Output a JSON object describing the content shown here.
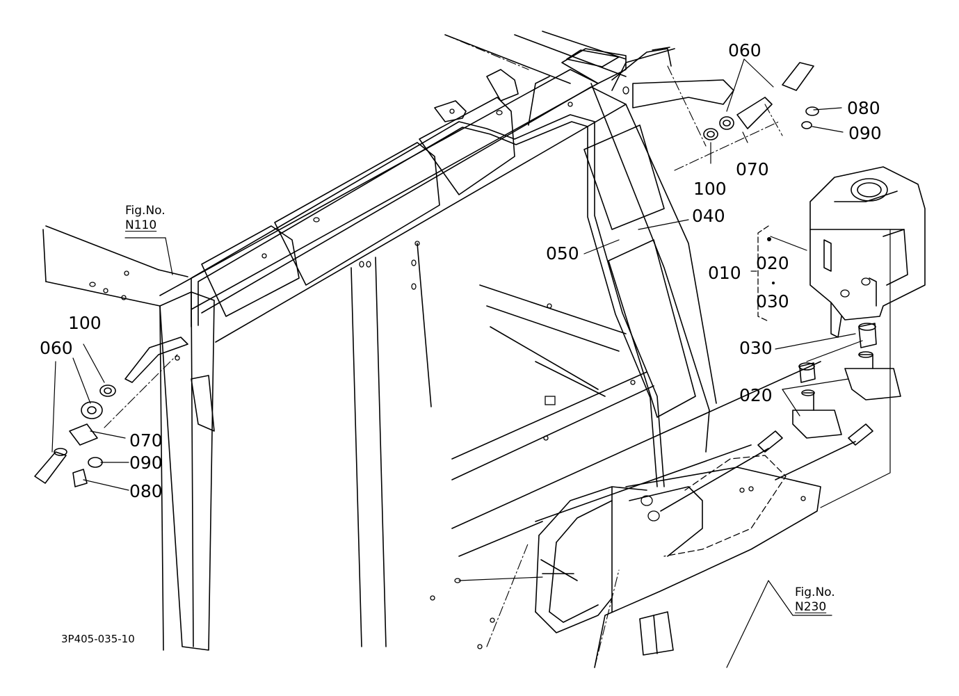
{
  "diagram": {
    "drawing_code": "3P405-035-10",
    "fig_refs": [
      {
        "title": "Fig.No.",
        "number": "N110"
      },
      {
        "title": "Fig.No.",
        "number": "N230"
      }
    ],
    "callouts": {
      "c060_top": "060",
      "c080_top": "080",
      "c090_top": "090",
      "c070_top": "070",
      "c100_top": "100",
      "c040": "040",
      "c050": "050",
      "c010": "010",
      "c020_group": "020",
      "c030_group": "030",
      "c030_right": "030",
      "c020_right": "020",
      "c100_left": "100",
      "c060_left": "060",
      "c070_left": "070",
      "c090_left": "090",
      "c080_left": "080"
    }
  }
}
